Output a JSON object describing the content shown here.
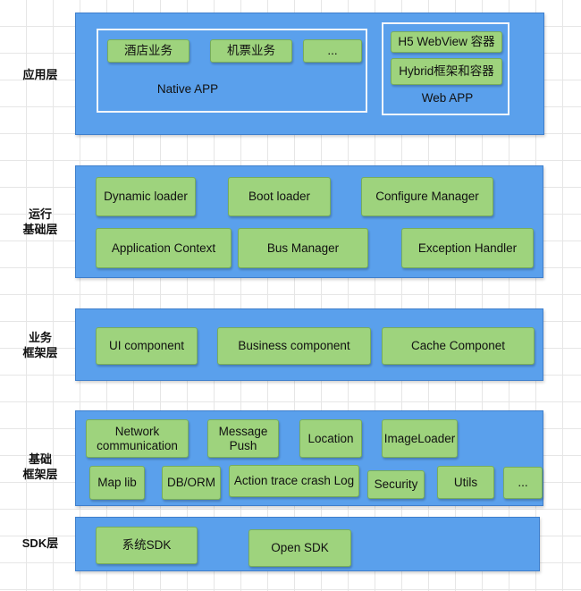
{
  "layers": {
    "app": {
      "label": "应用层",
      "native_group": {
        "caption": "Native APP",
        "items": [
          "酒店业务",
          "机票业务",
          "..."
        ]
      },
      "web_group": {
        "caption": "Web APP",
        "items": [
          "H5 WebView 容器",
          "Hybrid框架和容器"
        ]
      }
    },
    "runtime": {
      "label_line1": "运行",
      "label_line2": "基础层",
      "items": [
        "Dynamic loader",
        "Boot loader",
        "Configure Manager",
        "Application Context",
        "Bus Manager",
        "Exception  Handler"
      ]
    },
    "business": {
      "label_line1": "业务",
      "label_line2": "框架层",
      "items": [
        "UI component",
        "Business component",
        "Cache Componet"
      ]
    },
    "foundation": {
      "label_line1": "基础",
      "label_line2": "框架层",
      "items": [
        "Network communication",
        "Message Push",
        "Location",
        "ImageLoader",
        "Map lib",
        "DB/ORM",
        "Action trace crash Log",
        "Security",
        "Utils",
        "..."
      ]
    },
    "sdk": {
      "label": "SDK层",
      "items": [
        "系统SDK",
        "Open SDK"
      ]
    }
  },
  "colors": {
    "layer_fill": "#5aa0ec",
    "box_fill": "#9ed37d",
    "box_border": "#78ad5a"
  }
}
